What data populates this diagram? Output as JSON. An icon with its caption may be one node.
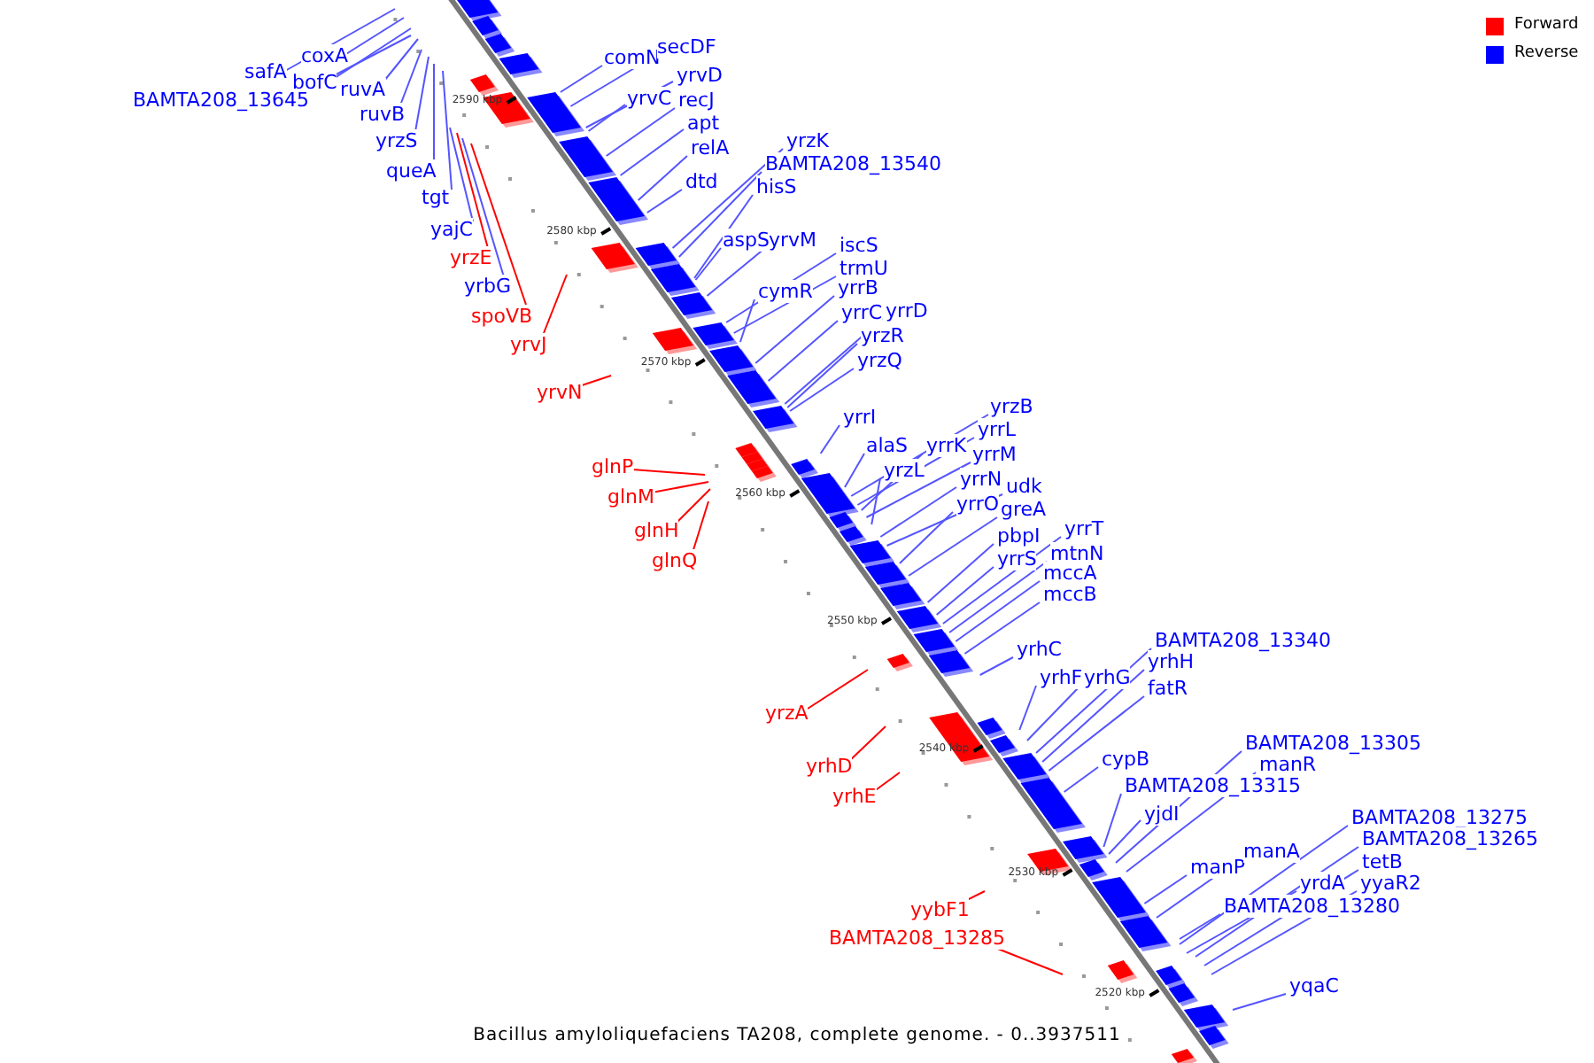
{
  "diagram": {
    "caption": "Bacillus amyloliquefaciens TA208, complete genome. - 0..3937511",
    "nodes": [
      {
        "text": [
          "coxA"
        ]
      },
      {
        "text": [
          "safA"
        ]
      },
      {
        "text": [
          "bofC"
        ]
      },
      {
        "text": [
          "ruvA"
        ]
      },
      {
        "text": [
          "BAMTA208_13645"
        ]
      },
      {
        "text": [
          "ruvB"
        ]
      },
      {
        "text": [
          "yrzS"
        ]
      },
      {
        "text": [
          "queA"
        ]
      },
      {
        "text": [
          "tgt"
        ]
      },
      {
        "text": [
          "yajC"
        ]
      },
      {
        "text": [
          "yrzE"
        ]
      },
      {
        "text": [
          "yrbG"
        ]
      },
      {
        "text": [
          "spoVB"
        ]
      },
      {
        "text": [
          "yrvJ"
        ]
      },
      {
        "text": [
          "yrvN"
        ]
      },
      {
        "text": [
          "comN"
        ]
      },
      {
        "text": [
          "secDF"
        ]
      },
      {
        "text": [
          "yrvD"
        ]
      },
      {
        "text": [
          "yrvC"
        ]
      },
      {
        "text": [
          "recJ"
        ]
      },
      {
        "text": [
          "apt"
        ]
      },
      {
        "text": [
          "relA"
        ]
      },
      {
        "text": [
          "dtd"
        ]
      },
      {
        "text": [
          "yrzK"
        ]
      },
      {
        "text": [
          "BAMTA208_13540"
        ]
      },
      {
        "text": [
          "hisS"
        ]
      },
      {
        "text": [
          "aspS"
        ]
      },
      {
        "text": [
          "yrvM"
        ]
      },
      {
        "text": [
          "iscS"
        ]
      },
      {
        "text": [
          "trmU"
        ]
      },
      {
        "text": [
          "cymR"
        ]
      },
      {
        "text": [
          "yrrB"
        ]
      },
      {
        "text": [
          "yrrC"
        ]
      },
      {
        "text": [
          "yrrD"
        ]
      },
      {
        "text": [
          "yrzR"
        ]
      },
      {
        "text": [
          "yrzQ"
        ]
      },
      {
        "text": [
          "yrrI"
        ]
      },
      {
        "text": [
          "alaS"
        ]
      },
      {
        "text": [
          "yrzB"
        ]
      },
      {
        "text": [
          "yrrL"
        ]
      },
      {
        "text": [
          "yrrK"
        ]
      },
      {
        "text": [
          "yrrM"
        ]
      },
      {
        "text": [
          "yrzL"
        ]
      },
      {
        "text": [
          "yrrN"
        ]
      },
      {
        "text": [
          "udk"
        ]
      },
      {
        "text": [
          "yrrO"
        ]
      },
      {
        "text": [
          "greA"
        ]
      },
      {
        "text": [
          "pbpI"
        ]
      },
      {
        "text": [
          "yrrS"
        ]
      },
      {
        "text": [
          "yrrT"
        ]
      },
      {
        "text": [
          "mtnN"
        ]
      },
      {
        "text": [
          "mccA"
        ]
      },
      {
        "text": [
          "mccB"
        ]
      },
      {
        "text": [
          "yrhC"
        ]
      },
      {
        "text": [
          "glnP"
        ]
      },
      {
        "text": [
          "glnM"
        ]
      },
      {
        "text": [
          "glnH"
        ]
      },
      {
        "text": [
          "glnQ"
        ]
      },
      {
        "text": [
          "yrzA"
        ]
      },
      {
        "text": [
          "yrhF"
        ]
      },
      {
        "text": [
          "yrhG"
        ]
      },
      {
        "text": [
          "BAMTA208_13340"
        ]
      },
      {
        "text": [
          "yrhH"
        ]
      },
      {
        "text": [
          "fatR"
        ]
      },
      {
        "text": [
          "cypB"
        ]
      },
      {
        "text": [
          "BAMTA208_13315"
        ]
      },
      {
        "text": [
          "yjdI"
        ]
      },
      {
        "text": [
          "manP"
        ]
      },
      {
        "text": [
          "manA"
        ]
      },
      {
        "text": [
          "BAMTA208_13305"
        ]
      },
      {
        "text": [
          "manR"
        ]
      },
      {
        "text": [
          "BAMTA208_13275"
        ]
      },
      {
        "text": [
          "BAMTA208_13265"
        ]
      },
      {
        "text": [
          "tetB"
        ]
      },
      {
        "text": [
          "yyaR2"
        ]
      },
      {
        "text": [
          "yrdA"
        ]
      },
      {
        "text": [
          "BAMTA208_13280"
        ]
      },
      {
        "text": [
          "yqaC"
        ]
      },
      {
        "text": [
          "yrhD"
        ]
      },
      {
        "text": [
          "yrhE"
        ]
      },
      {
        "text": [
          "yybF1"
        ]
      },
      {
        "text": [
          "BAMTA208_13285"
        ]
      }
    ],
    "edges": [
      {
        "from": 0,
        "to": null,
        "arrow": "none"
      },
      {
        "from": 1,
        "to": null,
        "arrow": "none"
      },
      {
        "from": 2,
        "to": null,
        "arrow": "none"
      },
      {
        "from": 3,
        "to": null,
        "arrow": "none"
      },
      {
        "from": 4,
        "to": null,
        "arrow": "none"
      },
      {
        "from": 5,
        "to": null,
        "arrow": "none"
      },
      {
        "from": 6,
        "to": null,
        "arrow": "none"
      },
      {
        "from": 7,
        "to": null,
        "arrow": "none"
      },
      {
        "from": 8,
        "to": null,
        "arrow": "none"
      },
      {
        "from": 9,
        "to": null,
        "arrow": "none"
      },
      {
        "from": 10,
        "to": null,
        "arrow": "none",
        "color": "#ff0000"
      },
      {
        "from": 11,
        "to": null,
        "arrow": "none"
      },
      {
        "from": 12,
        "to": null,
        "arrow": "none",
        "color": "#ff0000"
      },
      {
        "from": 13,
        "to": null,
        "arrow": "none",
        "color": "#ff0000"
      },
      {
        "from": 14,
        "to": null,
        "arrow": "none",
        "color": "#ff0000"
      },
      {
        "from": 15,
        "to": null,
        "arrow": "none"
      },
      {
        "from": 16,
        "to": null,
        "arrow": "none"
      },
      {
        "from": 17,
        "to": null,
        "arrow": "none"
      },
      {
        "from": 18,
        "to": null,
        "arrow": "none"
      },
      {
        "from": 19,
        "to": null,
        "arrow": "none"
      },
      {
        "from": 20,
        "to": null,
        "arrow": "none"
      },
      {
        "from": 21,
        "to": null,
        "arrow": "none"
      },
      {
        "from": 22,
        "to": null,
        "arrow": "none"
      },
      {
        "from": 23,
        "to": null,
        "arrow": "none"
      },
      {
        "from": 24,
        "to": null,
        "arrow": "none"
      },
      {
        "from": 25,
        "to": null,
        "arrow": "none"
      },
      {
        "from": 26,
        "to": null,
        "arrow": "none"
      },
      {
        "from": 27,
        "to": null,
        "arrow": "none"
      },
      {
        "from": 28,
        "to": null,
        "arrow": "none"
      },
      {
        "from": 29,
        "to": null,
        "arrow": "none"
      },
      {
        "from": 30,
        "to": null,
        "arrow": "none"
      },
      {
        "from": 31,
        "to": null,
        "arrow": "none"
      },
      {
        "from": 32,
        "to": null,
        "arrow": "none"
      },
      {
        "from": 33,
        "to": null,
        "arrow": "none"
      },
      {
        "from": 34,
        "to": null,
        "arrow": "none"
      },
      {
        "from": 35,
        "to": null,
        "arrow": "none"
      },
      {
        "from": 36,
        "to": null,
        "arrow": "none"
      },
      {
        "from": 37,
        "to": null,
        "arrow": "none"
      },
      {
        "from": 38,
        "to": null,
        "arrow": "none"
      },
      {
        "from": 39,
        "to": null,
        "arrow": "none"
      },
      {
        "from": 40,
        "to": null,
        "arrow": "none"
      },
      {
        "from": 41,
        "to": null,
        "arrow": "none"
      },
      {
        "from": 42,
        "to": null,
        "arrow": "none"
      },
      {
        "from": 43,
        "to": null,
        "arrow": "none"
      },
      {
        "from": 44,
        "to": null,
        "arrow": "none"
      },
      {
        "from": 45,
        "to": null,
        "arrow": "none"
      },
      {
        "from": 46,
        "to": null,
        "arrow": "none"
      },
      {
        "from": 47,
        "to": null,
        "arrow": "none"
      },
      {
        "from": 48,
        "to": null,
        "arrow": "none"
      },
      {
        "from": 49,
        "to": null,
        "arrow": "none"
      },
      {
        "from": 50,
        "to": null,
        "arrow": "none"
      },
      {
        "from": 51,
        "to": null,
        "arrow": "none"
      },
      {
        "from": 52,
        "to": null,
        "arrow": "none"
      },
      {
        "from": 53,
        "to": null,
        "arrow": "none"
      },
      {
        "from": 54,
        "to": null,
        "arrow": "none",
        "color": "#ff0000"
      },
      {
        "from": 55,
        "to": null,
        "arrow": "none",
        "color": "#ff0000"
      },
      {
        "from": 56,
        "to": null,
        "arrow": "none",
        "color": "#ff0000"
      },
      {
        "from": 57,
        "to": null,
        "arrow": "none",
        "color": "#ff0000"
      },
      {
        "from": 58,
        "to": null,
        "arrow": "none",
        "color": "#ff0000"
      },
      {
        "from": 59,
        "to": null,
        "arrow": "none"
      },
      {
        "from": 60,
        "to": null,
        "arrow": "none"
      },
      {
        "from": 61,
        "to": null,
        "arrow": "none"
      },
      {
        "from": 62,
        "to": null,
        "arrow": "none"
      },
      {
        "from": 63,
        "to": null,
        "arrow": "none"
      },
      {
        "from": 64,
        "to": null,
        "arrow": "none"
      },
      {
        "from": 65,
        "to": null,
        "arrow": "none"
      },
      {
        "from": 66,
        "to": null,
        "arrow": "none"
      },
      {
        "from": 67,
        "to": null,
        "arrow": "none"
      },
      {
        "from": 68,
        "to": null,
        "arrow": "none"
      },
      {
        "from": 69,
        "to": null,
        "arrow": "none"
      },
      {
        "from": 70,
        "to": null,
        "arrow": "none"
      },
      {
        "from": 71,
        "to": null,
        "arrow": "none"
      },
      {
        "from": 72,
        "to": null,
        "arrow": "none"
      },
      {
        "from": 73,
        "to": null,
        "arrow": "none"
      },
      {
        "from": 74,
        "to": null,
        "arrow": "none"
      },
      {
        "from": 75,
        "to": null,
        "arrow": "none"
      },
      {
        "from": 76,
        "to": null,
        "arrow": "none"
      },
      {
        "from": 77,
        "to": null,
        "arrow": "none"
      },
      {
        "from": 78,
        "to": null,
        "arrow": "none",
        "color": "#ff0000"
      },
      {
        "from": 79,
        "to": null,
        "arrow": "none",
        "color": "#ff0000"
      },
      {
        "from": 80,
        "to": null,
        "arrow": "none",
        "color": "#ff0000"
      },
      {
        "from": 81,
        "to": null,
        "arrow": "none",
        "color": "#ff0000"
      }
    ],
    "labels": [
      "2590 kbp",
      "2580 kbp",
      "2570 kbp",
      "2560 kbp",
      "2550 kbp",
      "2540 kbp",
      "2530 kbp",
      "2520 kbp"
    ],
    "legend": [
      {
        "text": "Forward",
        "color": "#ff0000"
      },
      {
        "text": "Reverse",
        "color": "#0000ff"
      }
    ]
  }
}
